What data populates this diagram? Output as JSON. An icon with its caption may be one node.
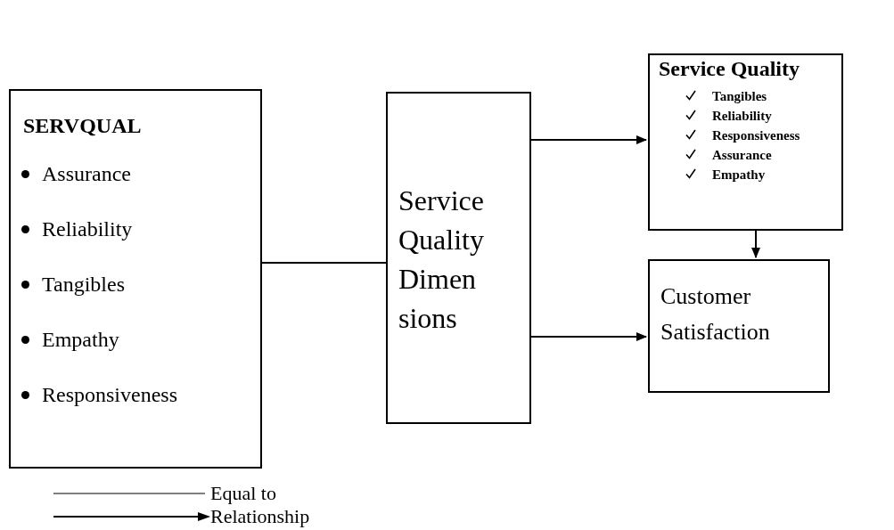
{
  "diagram": {
    "nodes": [
      {
        "text": [
          "SERVQUAL",
          "Assurance",
          "Reliability",
          "Tangibles",
          "Empathy",
          "Responsiveness"
        ]
      },
      {
        "text": [
          "Service Quality Dimensions"
        ]
      },
      {
        "text": [
          "Service Quality",
          "Tangibles",
          "Reliability",
          "Responsiveness",
          "Assurance",
          "Empathy"
        ]
      },
      {
        "text": [
          "Customer Satisfaction"
        ]
      }
    ],
    "edges": [
      {
        "from": 0,
        "to": 1,
        "arrow": "none"
      },
      {
        "from": 1,
        "to": 2,
        "arrow": "to"
      },
      {
        "from": 1,
        "to": 3,
        "arrow": "to"
      },
      {
        "from": 2,
        "to": 3,
        "arrow": "to"
      }
    ],
    "legend": [
      {
        "text": "Equal to"
      },
      {
        "text": "Relationship"
      }
    ]
  }
}
